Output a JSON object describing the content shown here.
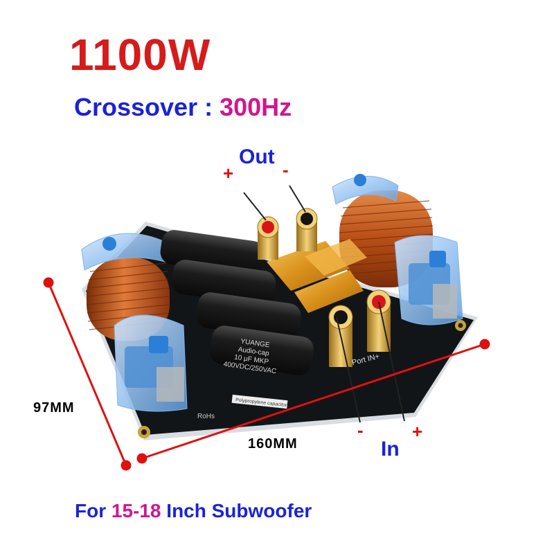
{
  "title": "1100W",
  "crossover": {
    "label": "Crossover :",
    "value": "300Hz"
  },
  "output": {
    "label": "Out",
    "plus": "+",
    "minus": "-"
  },
  "input": {
    "label": "In",
    "plus": "+",
    "minus": "-"
  },
  "dimensions": {
    "height": "97MM",
    "width": "160MM"
  },
  "footer": {
    "prefix": "For",
    "size": "15-18",
    "suffix": "Inch Subwoofer"
  },
  "board_markings": {
    "capacitor_brand": "YUANGE",
    "capacitor_series": "Audio-cap",
    "capacitor_value": "10 μF  MKP",
    "capacitor_rating": "400VDC/250VAC",
    "port_label": "Port  IN+",
    "rohs": "RoHs",
    "cap_sticker": "Polypropylene capacitor"
  },
  "colors": {
    "title": "#d71a1a",
    "accent_blue": "#1a23d8",
    "accent_magenta": "#d0168f",
    "dimension_line": "#e01010",
    "copper": "#c0561e"
  }
}
